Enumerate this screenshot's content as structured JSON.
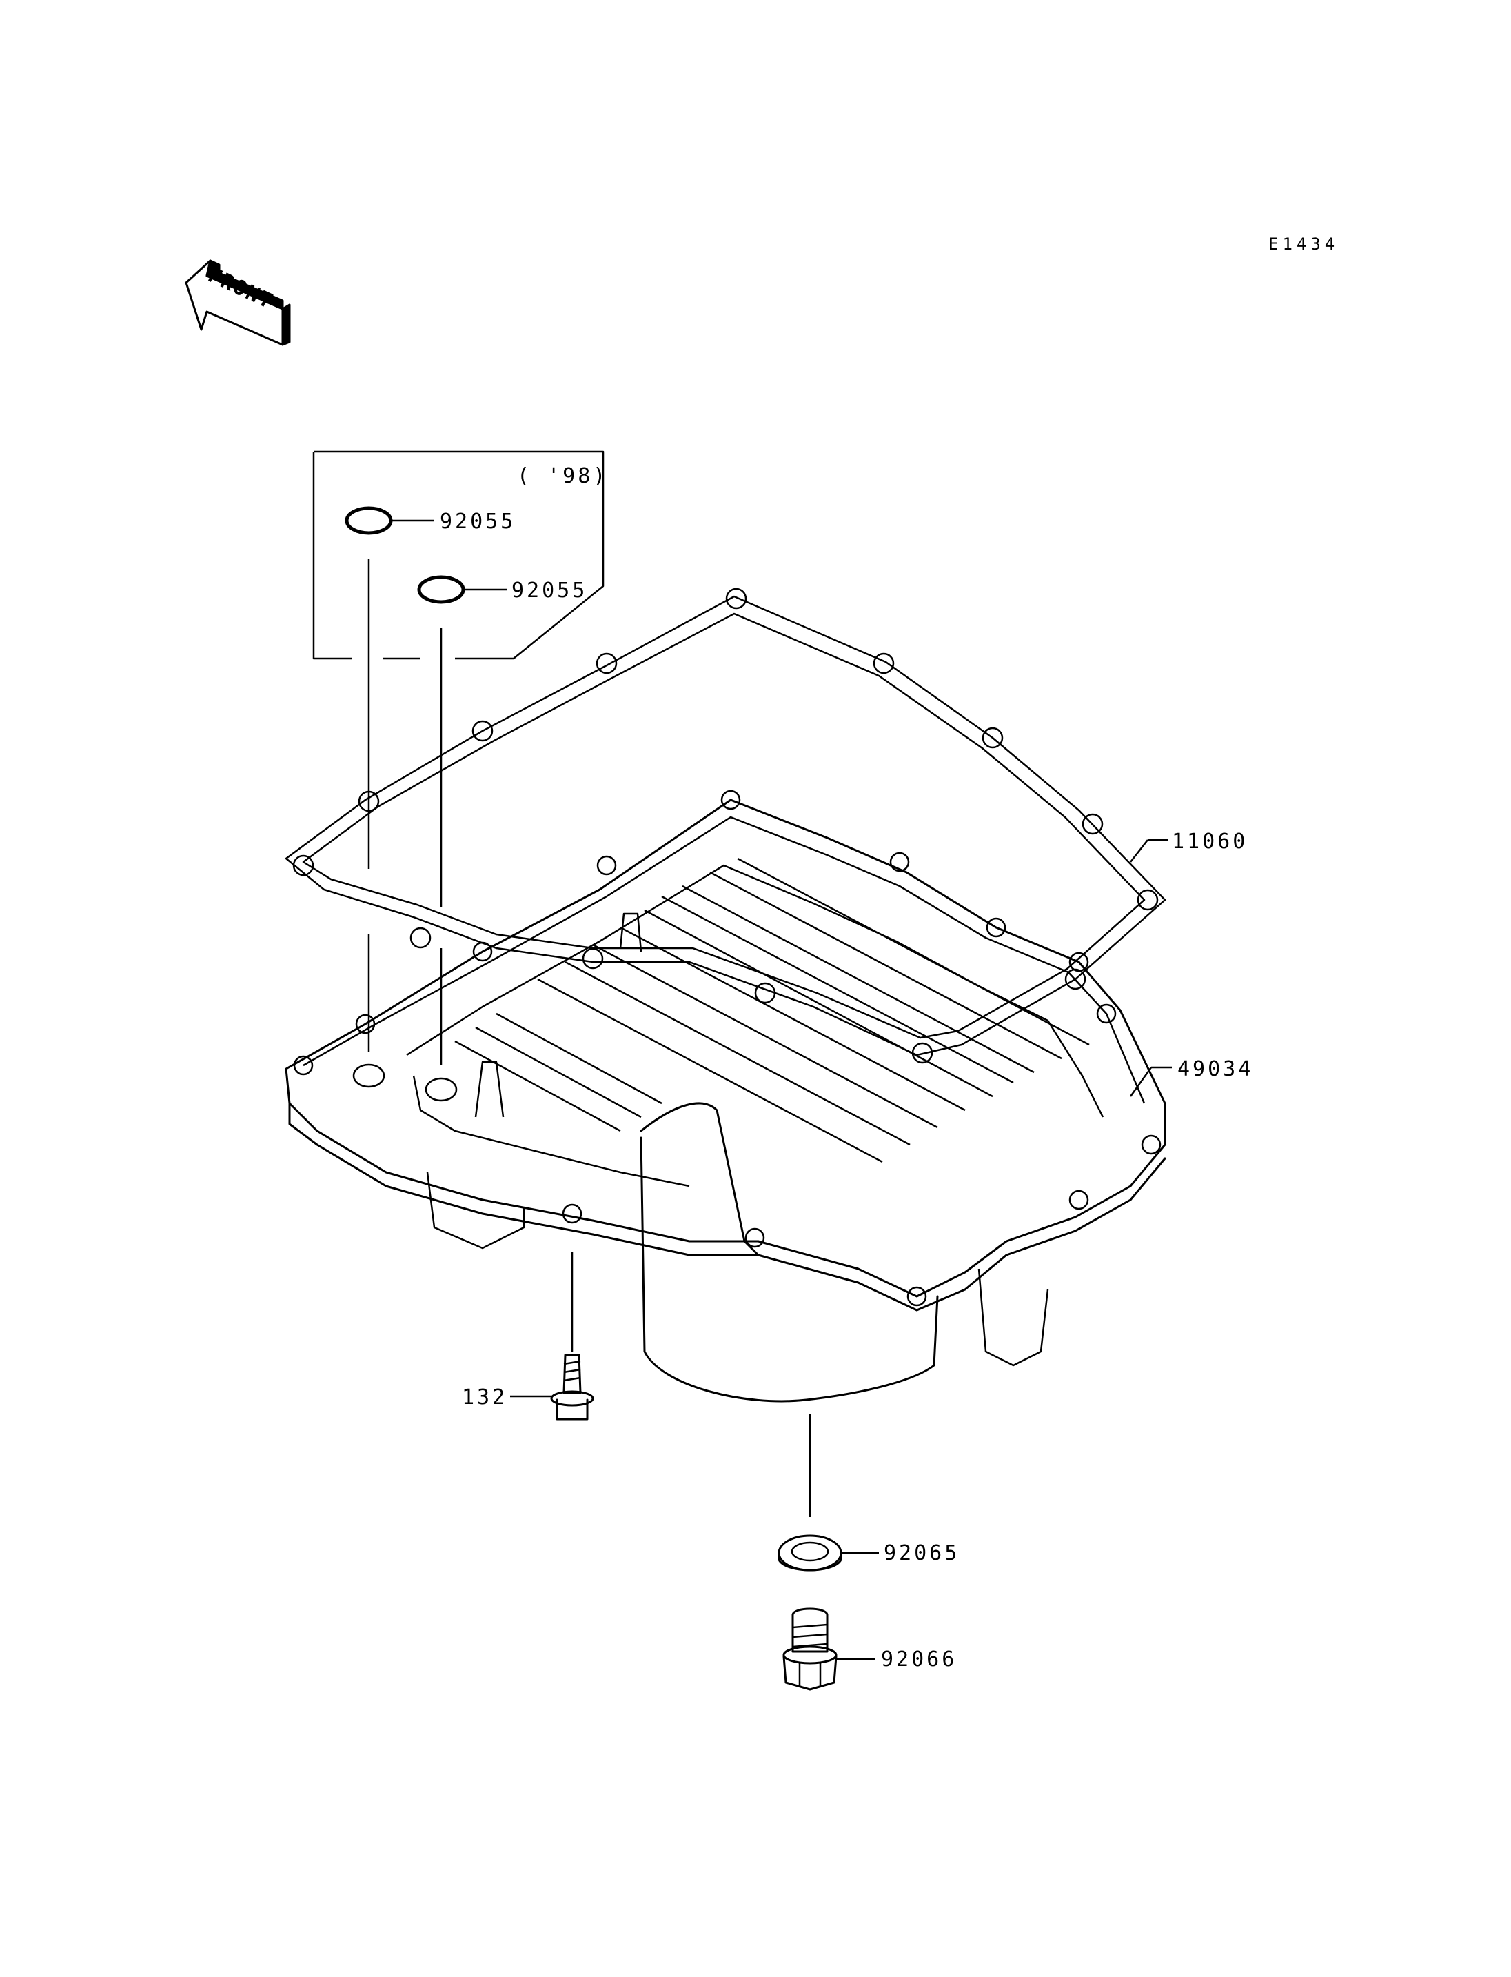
{
  "diagram_code": "E1434",
  "front_indicator": "FRONT",
  "year_box_label": "( '98)",
  "parts": {
    "oring_1": "92055",
    "oring_2": "92055",
    "gasket": "11060",
    "oil_pan": "49034",
    "bolt": "132",
    "washer": "92065",
    "drain_plug": "92066"
  }
}
